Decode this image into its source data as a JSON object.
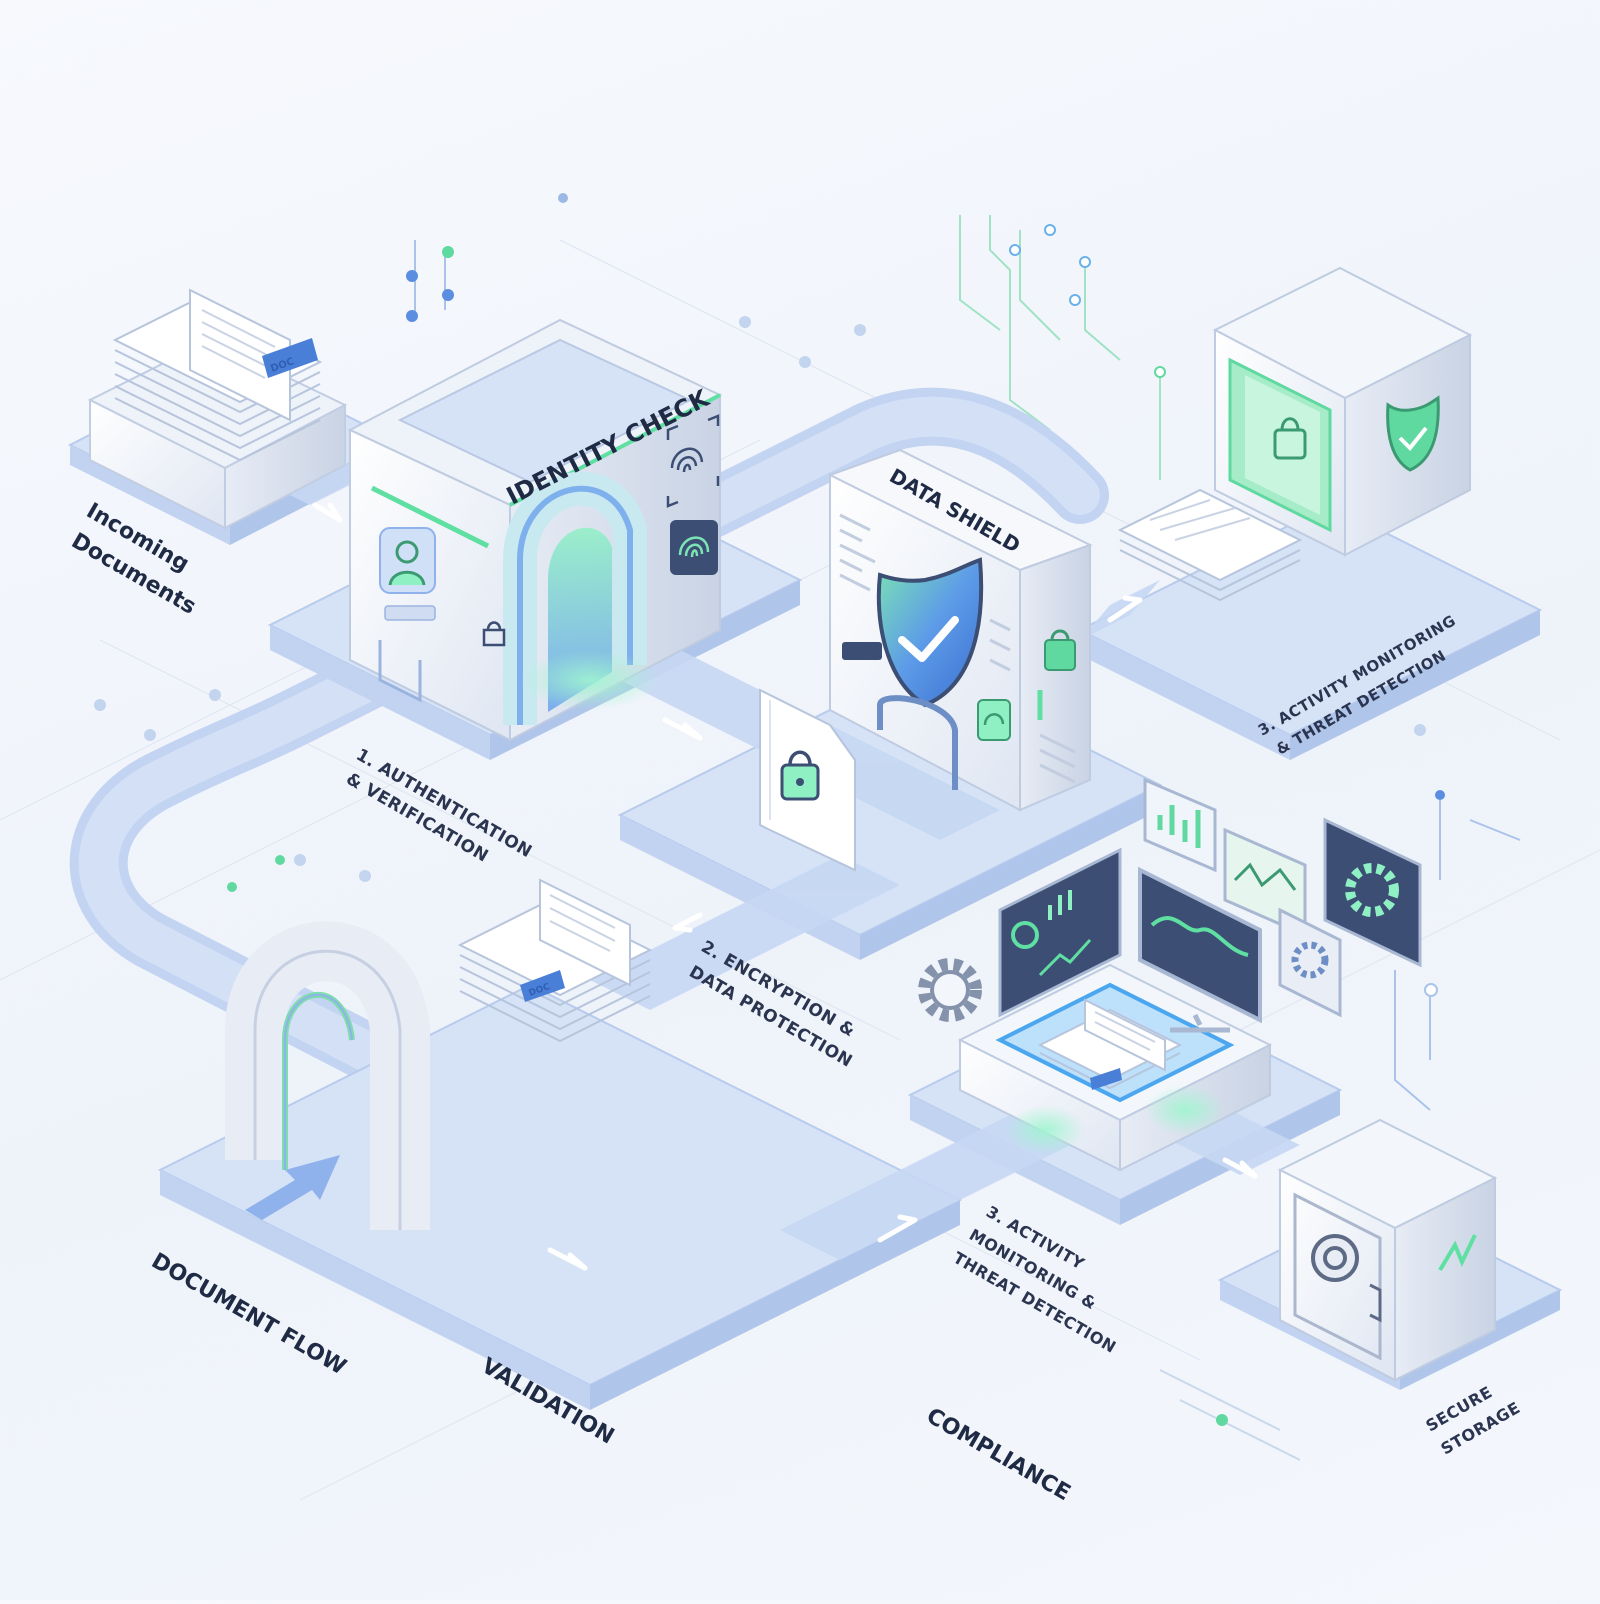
{
  "labels": {
    "incoming_line1": "Incoming",
    "incoming_line2": "Documents",
    "identity_check": "IDENTITY CHECK",
    "data_shield": "DATA SHIELD",
    "doc_tag": "DOC",
    "step1_line1": "1. AUTHENTICATION",
    "step1_line2": "& VERIFICATION",
    "step2_line1": "2. ENCRYPTION &",
    "step2_line2": "DATA PROTECTION",
    "step3a_line1": "3. ACTIVITY MONITORING",
    "step3a_line2": "& THREAT DETECTION",
    "step3b_line1": "3. ACTIVITY",
    "step3b_line2": "MONITORING &",
    "step3b_line3": "THREAT DETECTION",
    "document_flow": "DOCUMENT FLOW",
    "validation": "VALIDATION",
    "compliance": "COMPLIANCE",
    "secure_line1": "SECURE",
    "secure_line2": "STORAGE"
  },
  "colors": {
    "platform": "#d6e3f7",
    "path": "#b9cdf0",
    "machine": "#f2f5fa",
    "accent_green": "#5fe0a2",
    "accent_blue": "#4a7fd8",
    "label": "#1f2a44"
  },
  "icons": [
    "document-stack-icon",
    "fingerprint-icon",
    "user-icon",
    "shield-check-icon",
    "padlock-icon",
    "gear-icon",
    "chart-icon",
    "vault-dial-icon",
    "arrow-icon"
  ]
}
